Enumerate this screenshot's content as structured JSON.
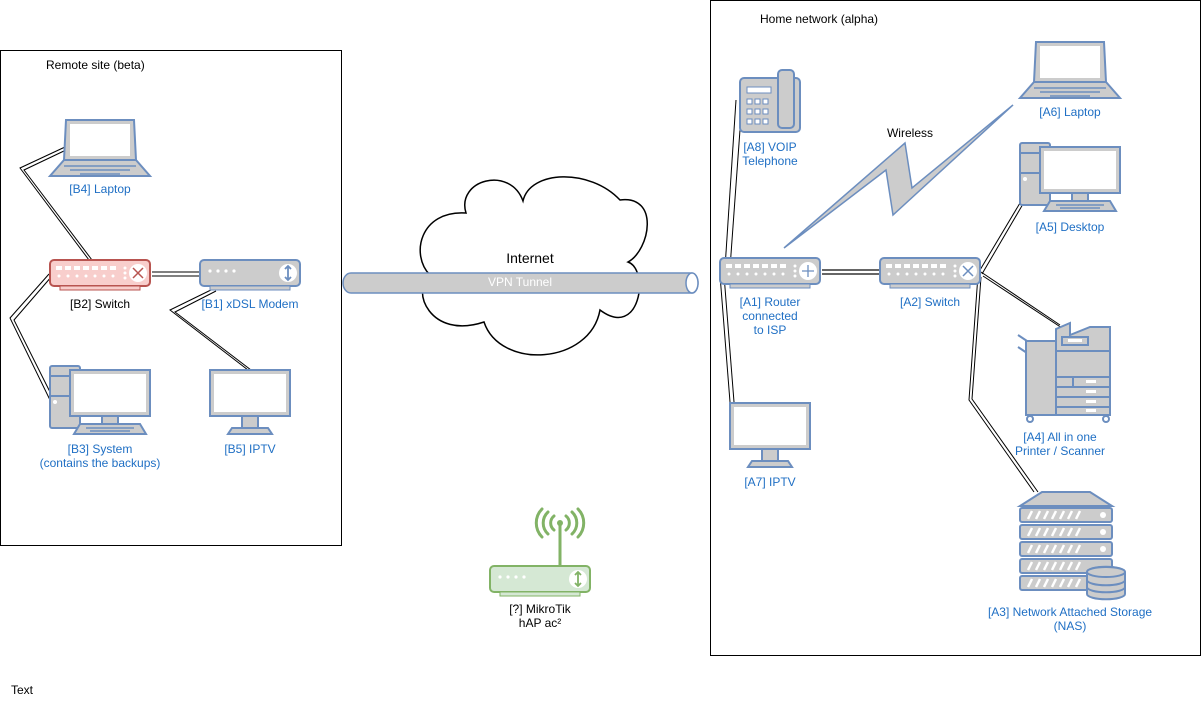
{
  "groups": {
    "remote": {
      "title": "Remote site (beta)"
    },
    "home": {
      "title": "Home network (alpha)"
    }
  },
  "cloud": {
    "label": "Internet"
  },
  "tunnel": {
    "label": "VPN Tunnel"
  },
  "wireless": {
    "label": "Wireless"
  },
  "devices": {
    "b1": "[B1] xDSL Modem",
    "b2": "[B2] Switch",
    "b3": "[B3] System\n(contains the backups)",
    "b4": "[B4] Laptop",
    "b5": "[B5] IPTV",
    "a1": "[A1] Router\nconnected\nto ISP",
    "a2": "[A2] Switch",
    "a3": "[A3] Network Attached Storage\n(NAS)",
    "a4": "[A4] All in one\nPrinter / Scanner",
    "a5": "[A5] Desktop",
    "a6": "[A6] Laptop",
    "a7": "[A7] IPTV",
    "a8": "[A8] VOIP\nTelephone",
    "mikrotik": "[?] MikroTik\nhAP ac²"
  },
  "footer_text": "Text",
  "colors": {
    "device_fill": "#cccccc",
    "device_stroke": "#6c8ebf",
    "switch_alert_fill": "#f8cecc",
    "switch_alert_stroke": "#b85450",
    "ap_fill": "#d5e8d4",
    "ap_stroke": "#82b366",
    "label_blue": "#1f6fc4"
  }
}
